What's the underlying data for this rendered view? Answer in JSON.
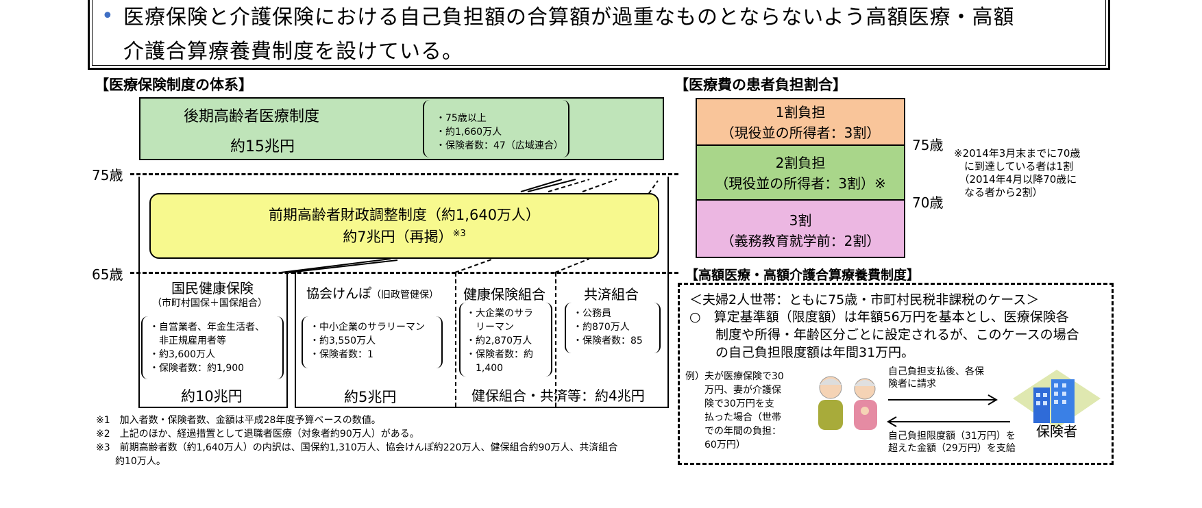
{
  "top": {
    "line1": "医療保険と介護保険における自己負担額の合算額が過重なものとならないよう高額医療・高額",
    "line2": "介護合算療養費制度を設けている。"
  },
  "system": {
    "title": "【医療保険制度の体系】",
    "late_elderly": {
      "name": "後期高齢者医療制度",
      "amount": "約15兆円",
      "notes": [
        "・75歳以上",
        "・約1,660万人",
        "・保険者数：47（広域連合）"
      ]
    },
    "age75": "75歳",
    "age65": "65歳",
    "early_elderly": {
      "line1": "前期高齢者財政調整制度（約1,640万人）",
      "line2": "約7兆円（再掲）",
      "note_mark": "※3"
    },
    "kokuho": {
      "name": "国民健康保険",
      "sub": "（市町村国保＋国保組合）",
      "notes": [
        "・自営業者、年金生活者、",
        "　非正規雇用者等",
        "・約3,600万人",
        "・保険者数：約1,900"
      ],
      "amount": "約10兆円"
    },
    "kyokai": {
      "name": "協会けんぽ",
      "sub": "（旧政管健保）",
      "notes": [
        "・中小企業のサラリーマン",
        "・約3,550万人",
        "・保険者数：1"
      ],
      "amount": "約5兆円"
    },
    "kenpo": {
      "name": "健康保険組合",
      "notes": [
        "・大企業のサラ",
        "　リーマン",
        "・約2,870万人",
        "・保険者数：約",
        "　1,400"
      ]
    },
    "kyosai": {
      "name": "共済組合",
      "notes": [
        "・公務員",
        "・約870万人",
        "・保険者数：85"
      ]
    },
    "kenpo_kyosai_amount": "健保組合・共済等：約4兆円",
    "footnotes": [
      "※1　加入者数・保険者数、金額は平成28年度予算ベースの数値。",
      "※2　上記のほか、経過措置として退職者医療（対象者約90万人）がある。",
      "※3　前期高齢者数（約1,640万人）の内訳は、国保約1,310万人、協会けんぽ約220万人、健保組合約90万人、共済組合",
      "　　約10万人。"
    ]
  },
  "burden": {
    "title": "【医療費の患者負担割合】",
    "tiers": [
      {
        "line1": "1割負担",
        "line2": "（現役並の所得者：3割）",
        "color": "#f9c59a"
      },
      {
        "line1": "2割負担",
        "line2": "（現役並の所得者：3割）※",
        "color": "#a9d68a"
      },
      {
        "line1": "3割",
        "line2": "（義務教育就学前：2割）",
        "color": "#ecb7e2"
      }
    ],
    "age75": "75歳",
    "age70": "70歳",
    "note": [
      "※2014年3月末までに70歳",
      "　に到達している者は1割",
      "　（2014年4月以降70歳に",
      "　なる者から2割）"
    ]
  },
  "gassan": {
    "title": "【高額医療・高額介護合算療養費制度】",
    "case": "＜夫婦2人世帯：ともに75歳・市町村民税非課税のケース＞",
    "body": [
      "○　算定基準額（限度額）は年額56万円を基本とし、医療保険各",
      "　　制度や所得・年齢区分ごとに設定されるが、このケースの場合",
      "　　の自己負担限度額は年間31万円。"
    ],
    "example": [
      "例）夫が医療保険で30",
      "　　万円、妻が介護保",
      "　　険で30万円を支",
      "　　払った場合（世帯",
      "　　での年間の負担：",
      "　　60万円）"
    ],
    "arrow_right": [
      "自己負担支払後、各保",
      "険者に請求"
    ],
    "arrow_left": [
      "自己負担限度額（31万円）を",
      "超えた金額（29万円）を支給"
    ],
    "insurer": "保険者"
  },
  "colors": {
    "green": "#bfe4b9",
    "yellow": "#f7f98e",
    "bullet": "#3f6fc4",
    "building": "#2f6bd8"
  }
}
